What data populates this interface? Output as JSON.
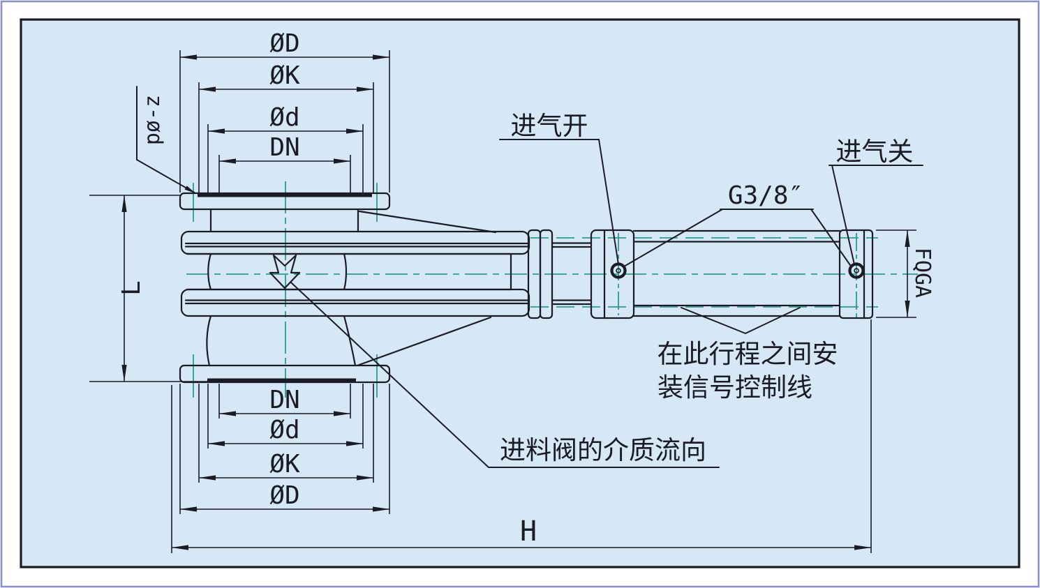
{
  "dimension_labels": {
    "top": [
      "ØD",
      "ØK",
      "Ød",
      "DN"
    ],
    "bottom": [
      "DN",
      "Ød",
      "ØK",
      "ØD"
    ],
    "face_to_face": "L",
    "overall_length": "H",
    "actuator_code": "FQGA",
    "bolt_holes": "pø-z",
    "air_port_thread": "G3/8″"
  },
  "annotations": {
    "air_inlet_open": "进气开",
    "air_inlet_close": "进气关",
    "signal_note_line1": "在此行程之间安",
    "signal_note_line2": "装信号控制线",
    "flow_note": "进料阀的介质流向"
  },
  "colors": {
    "paper": "#d6e8f5",
    "line": "#1b1b26",
    "centerline": "#2a9d8a",
    "frame": "#8a8fc9"
  }
}
